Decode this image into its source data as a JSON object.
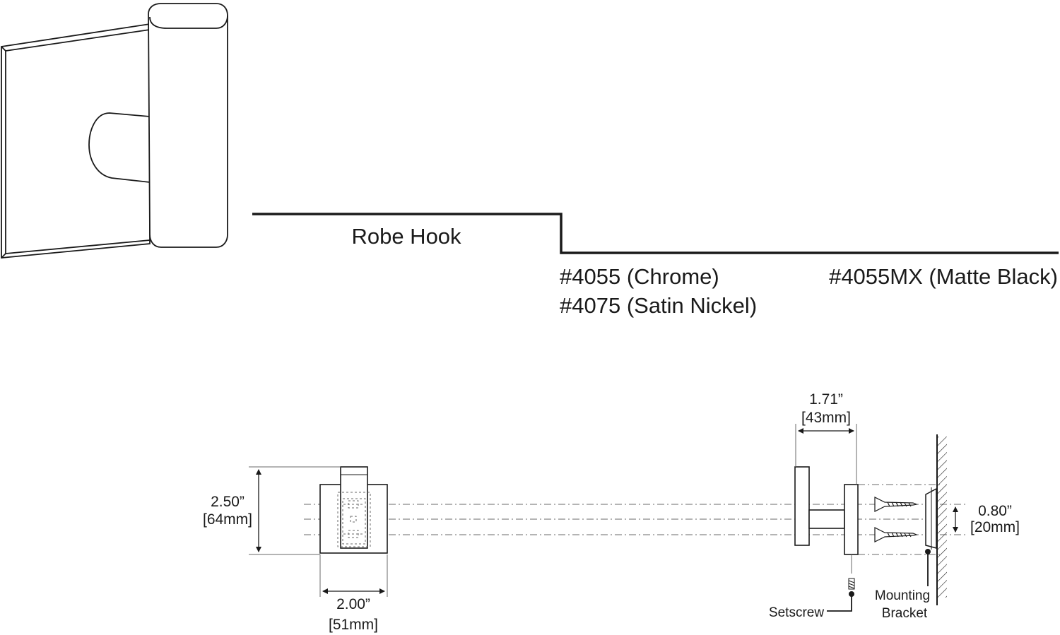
{
  "product": {
    "name": "Robe Hook",
    "models": {
      "chrome": "#4055 (Chrome)",
      "satin_nickel": "#4075 (Satin Nickel)",
      "matte_black": "#4055MX (Matte Black)"
    }
  },
  "dimensions": {
    "height": {
      "imperial": "2.50”",
      "metric": "[64mm]"
    },
    "width": {
      "imperial": "2.00”",
      "metric": "[51mm]"
    },
    "projection": {
      "imperial": "1.71”",
      "metric": "[43mm]"
    },
    "screw_spacing": {
      "imperial": "0.80”",
      "metric": "[20mm]"
    }
  },
  "callouts": {
    "setscrew": "Setscrew",
    "mounting_bracket_line1": "Mounting",
    "mounting_bracket_line2": "Bracket"
  },
  "colors": {
    "line": "#1a1a1a",
    "guide": "#6a6a6a",
    "background": "#ffffff"
  }
}
